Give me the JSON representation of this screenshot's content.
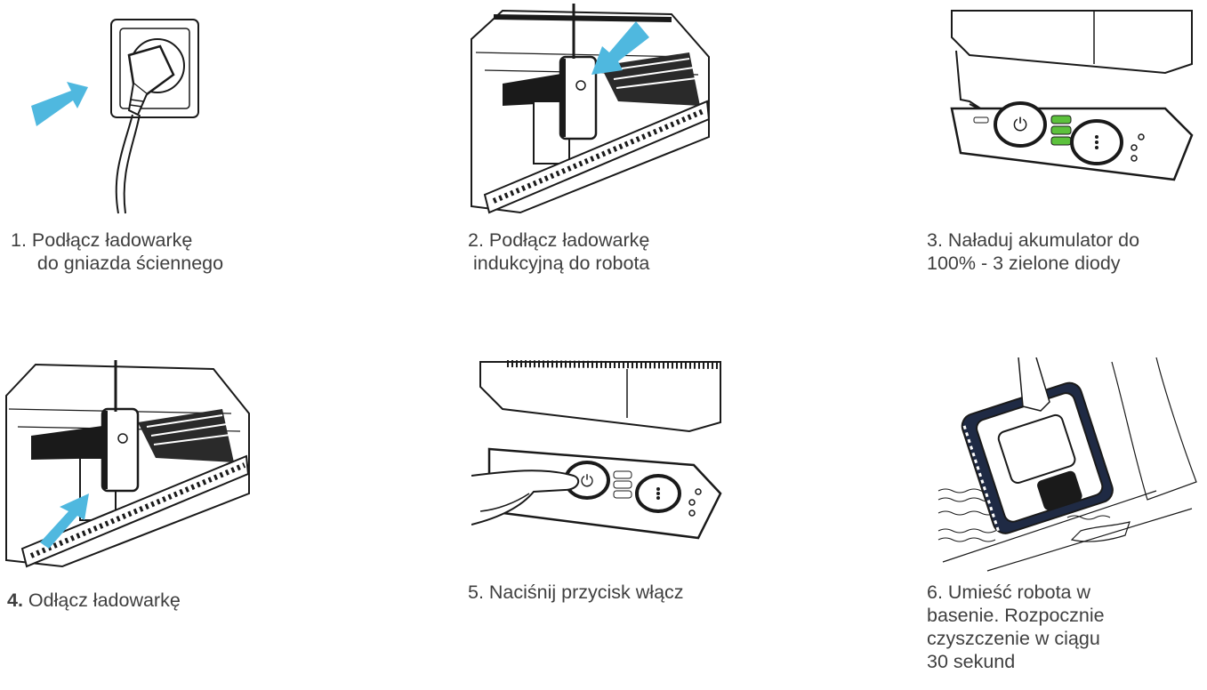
{
  "steps": [
    {
      "lines": [
        "1.  Podłącz ładowarkę",
        "     do gniazda ściennego"
      ]
    },
    {
      "lines": [
        "2. Podłącz ładowarkę",
        " indukcyjną do robota"
      ]
    },
    {
      "lines": [
        "3. Naładuj akumulator do",
        "100% - 3 zielone diody"
      ]
    },
    {
      "number": "4.",
      "lines": [
        " Odłącz ładowarkę"
      ]
    },
    {
      "lines": [
        "5. Naciśnij przycisk włącz"
      ]
    },
    {
      "lines": [
        "6. Umieść robota w",
        "basenie. Rozpocznie",
        "czyszczenie w ciągu",
        "30 sekund"
      ]
    }
  ],
  "colors": {
    "arrow": "#4fb8df",
    "led_green": "#5cc13c",
    "line": "#1a1a1a",
    "text": "#3f3f3f"
  },
  "icons": [
    "wall-socket-plug",
    "inductive-charger-robot",
    "control-panel-leds",
    "charger-unplug",
    "press-power-button",
    "robot-in-pool"
  ]
}
